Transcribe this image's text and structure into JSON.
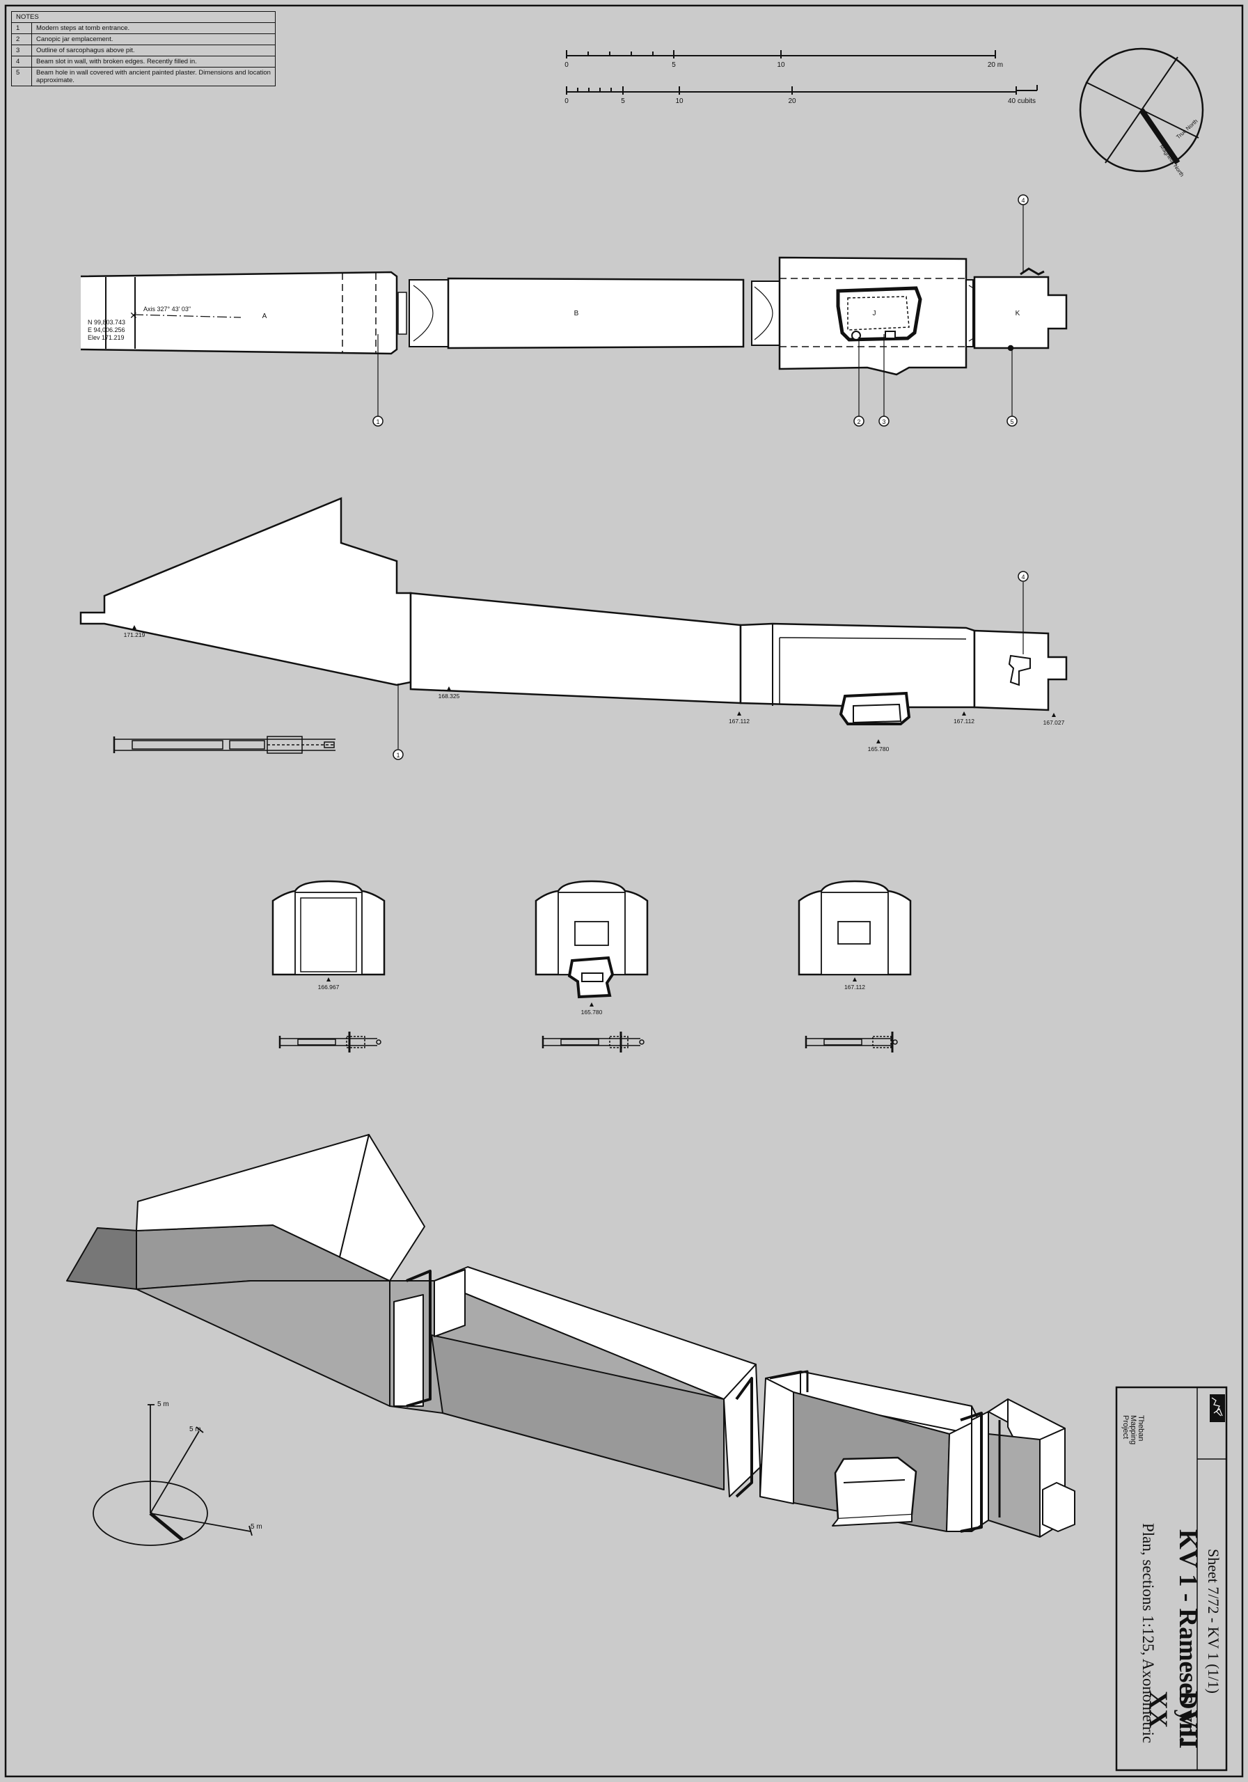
{
  "notes": {
    "header": "NOTES",
    "items": [
      {
        "num": "1",
        "text": "Modern steps at tomb entrance."
      },
      {
        "num": "2",
        "text": "Canopic jar emplacement."
      },
      {
        "num": "3",
        "text": "Outline of sarcophagus above pit."
      },
      {
        "num": "4",
        "text": "Beam slot in wall, with broken edges.  Recently filled in."
      },
      {
        "num": "5",
        "text": "Beam hole in wall covered with ancient painted plaster.  Dimensions and location approximate."
      }
    ]
  },
  "scales": {
    "meters": {
      "ticks": [
        "0",
        "5",
        "10",
        "20 m"
      ]
    },
    "cubits": {
      "ticks": [
        "0",
        "5",
        "10",
        "20",
        "40 cubits"
      ]
    }
  },
  "compass": {
    "true_north": "True North",
    "magnetic_north": "Magnetic North"
  },
  "plan": {
    "axis_label": "Axis 327° 43' 03\"",
    "coords": {
      "n": "N  99,803.743",
      "e": "E  94,006.256",
      "elev": "Elev  171.219"
    },
    "rooms": {
      "a": "A",
      "b": "B",
      "j": "J",
      "k": "K"
    },
    "callouts": {
      "c1": "1",
      "c2": "2",
      "c3": "3",
      "c4": "4",
      "c5": "5"
    }
  },
  "section": {
    "elevations": {
      "e1": "171.219",
      "e2": "168.325",
      "e3": "167.112",
      "e4": "165.780",
      "e5": "167.112",
      "e6": "167.027"
    },
    "callouts": {
      "c1": "1",
      "c4": "4"
    }
  },
  "cross_sections": {
    "elevations": {
      "s1": "166.967",
      "s2": "165.780",
      "s3": "167.112"
    }
  },
  "axonometric": {
    "axis_labels": {
      "z": "5 m",
      "y": "5 m",
      "x": "5 m"
    }
  },
  "title_block": {
    "sheet": "Sheet 7/72 - KV 1 (1/1)",
    "title": "KV 1 - Rameses VII",
    "dynasty": "Dyn. XX",
    "subtitle": "Plan, sections 1:125, Axonometric",
    "org_line1": "Theban",
    "org_line2": "Mapping",
    "org_line3": "Project"
  }
}
